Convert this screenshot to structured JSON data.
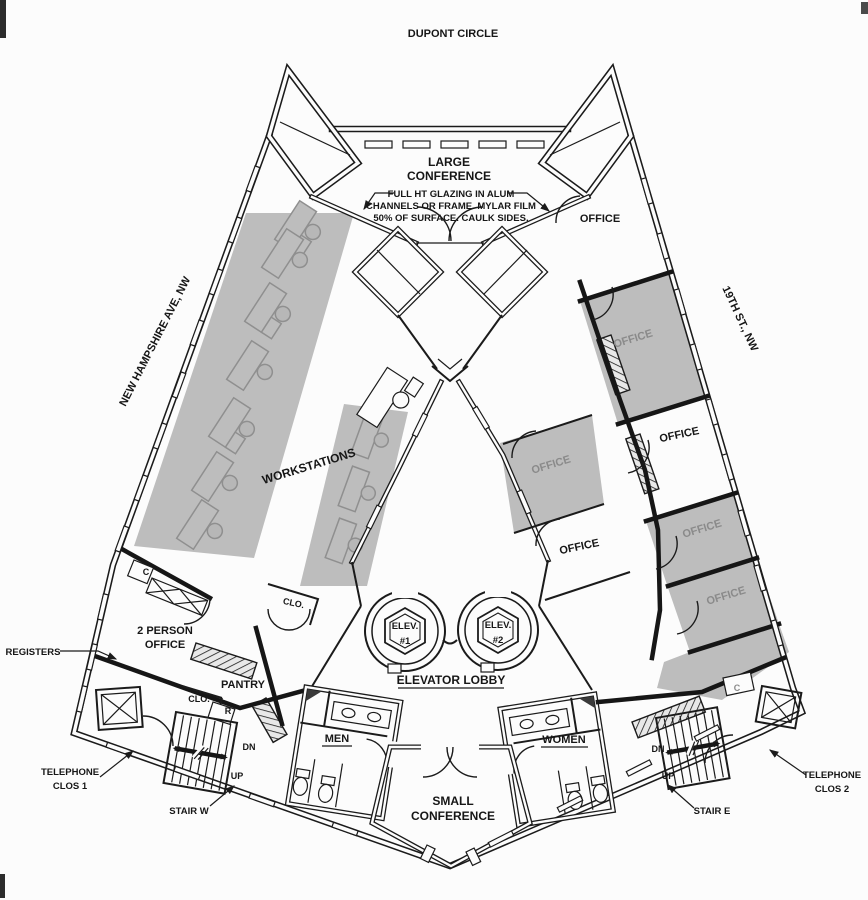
{
  "streets": {
    "top": "DUPONT CIRCLE",
    "left": "NEW HAMPSHIRE AVE, NW",
    "right": "19TH ST., NW"
  },
  "annotations": {
    "glazing_note": {
      "line1": "FULL HT GLAZING IN ALUM",
      "line2": "CHANNELS OR FRAME. MYLAR FILM",
      "line3": "50% OF SURFACE. CAULK SIDES."
    },
    "registers": "REGISTERS"
  },
  "rooms": {
    "large_conference": {
      "line1": "LARGE",
      "line2": "CONFERENCE"
    },
    "small_conference": {
      "line1": "SMALL",
      "line2": "CONFERENCE"
    },
    "workstations": "WORKSTATIONS",
    "office": "OFFICE",
    "two_person_office": {
      "line1": "2 PERSON",
      "line2": "OFFICE"
    },
    "pantry": "PANTRY",
    "closet": "CLO.",
    "refrigerator": "R",
    "column": "C",
    "men": "MEN",
    "women": "WOMEN"
  },
  "elevators": {
    "lobby": "ELEVATOR LOBBY",
    "elev1": {
      "line1": "ELEV.",
      "line2": "#1"
    },
    "elev2": {
      "line1": "ELEV.",
      "line2": "#2"
    }
  },
  "circulation": {
    "stair_w": "STAIR W",
    "stair_e": "STAIR E",
    "dn": "DN",
    "up": "UP",
    "telephone_clos_1": {
      "line1": "TELEPHONE",
      "line2": "CLOS 1"
    },
    "telephone_clos_2": {
      "line1": "TELEPHONE",
      "line2": "CLOS 2"
    }
  },
  "colors": {
    "wall": "#1b1b1b",
    "shaded_room": "#bdbdbd",
    "shaded_label": "#8a8a8a",
    "background": "#fcfcfc"
  }
}
